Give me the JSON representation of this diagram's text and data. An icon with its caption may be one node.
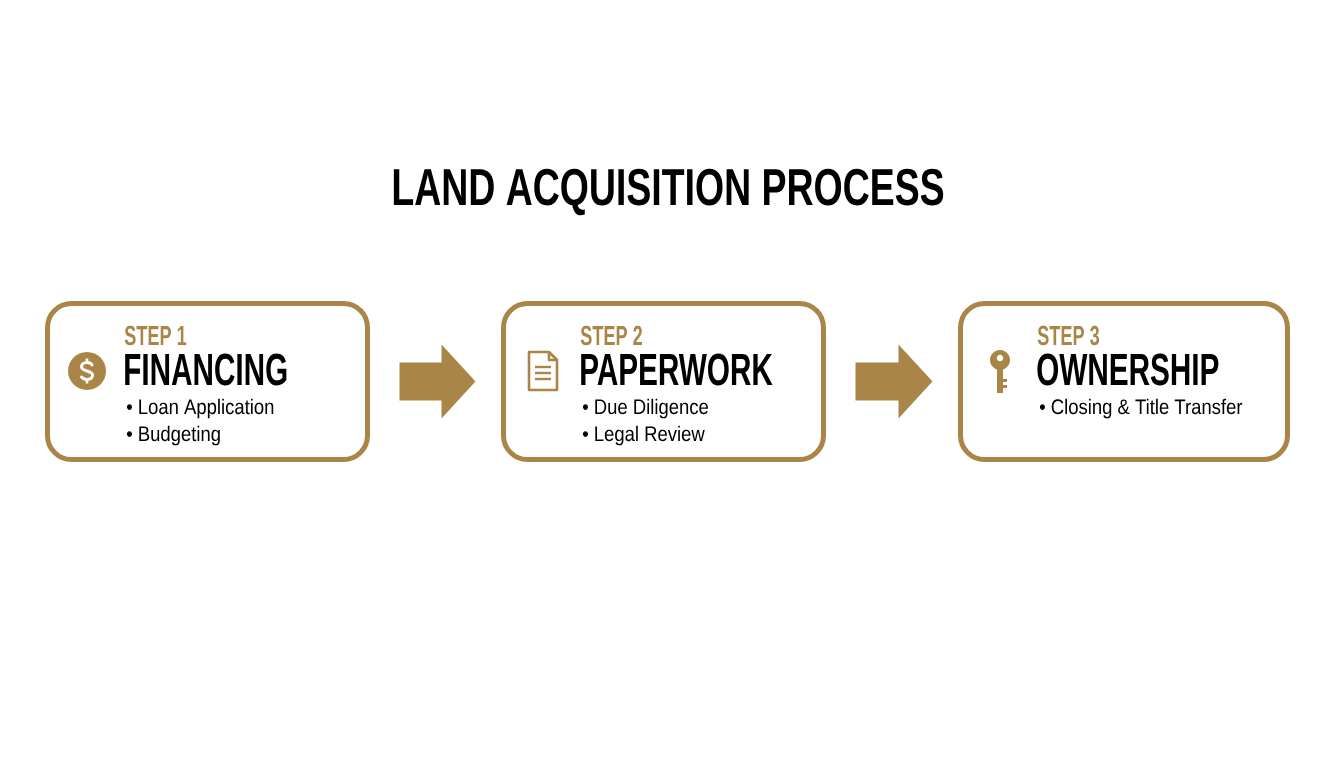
{
  "diagram": {
    "title": "LAND ACQUISITION PROCESS",
    "nodes": [
      {
        "text": [
          "STEP 1",
          "FINANCING",
          "• Loan Application",
          "• Budgeting"
        ]
      },
      {
        "text": [
          "STEP 2",
          "PAPERWORK",
          "• Due Diligence",
          "• Legal Review"
        ]
      },
      {
        "text": [
          "STEP 3",
          "OWNERSHIP",
          "• Closing & Title Transfer"
        ]
      }
    ],
    "edges": [
      {
        "from": 0,
        "to": 1,
        "arrow": "to"
      },
      {
        "from": 1,
        "to": 2,
        "arrow": "to"
      }
    ]
  }
}
